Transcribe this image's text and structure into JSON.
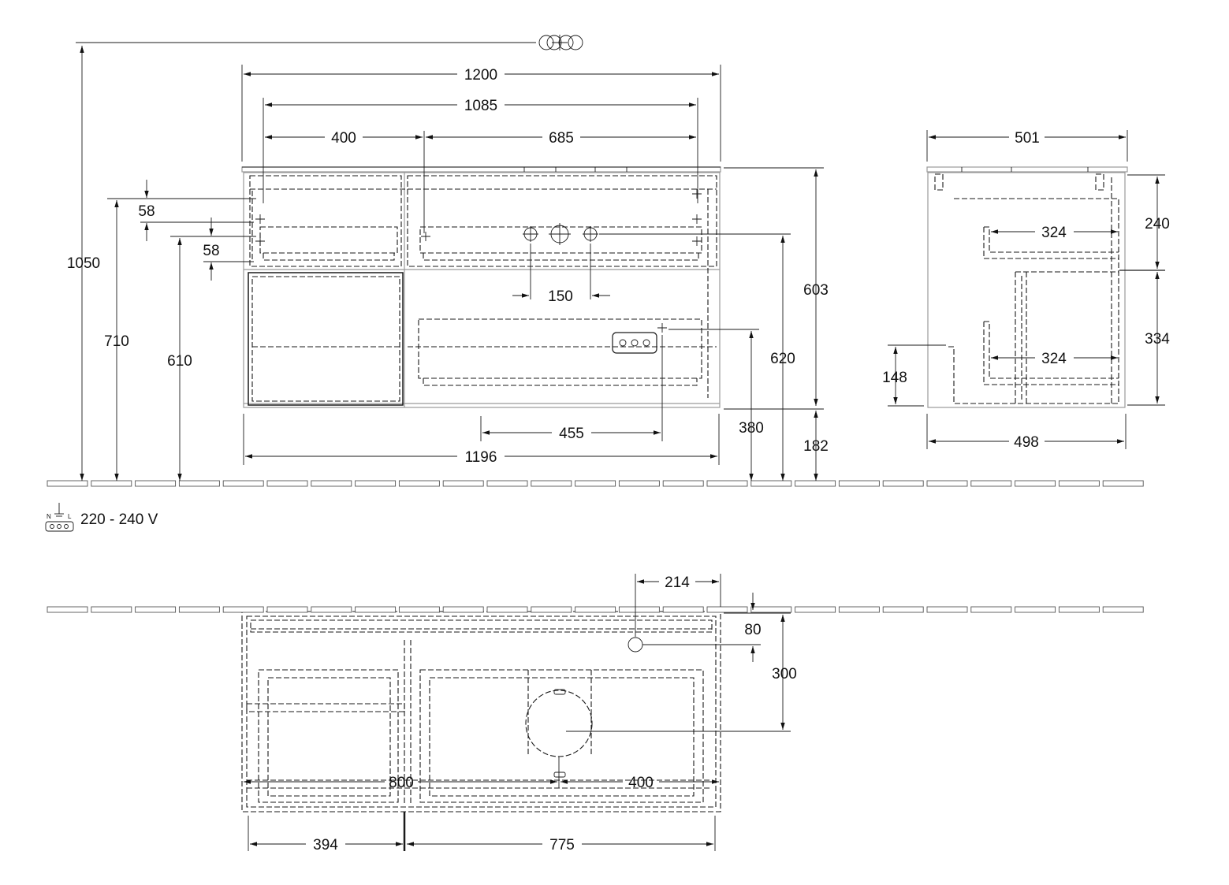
{
  "dimensions": {
    "total_height": "1050",
    "width_1200": "1200",
    "width_1085": "1085",
    "width_400": "400",
    "width_685": "685",
    "offset_58_a": "58",
    "offset_58_b": "58",
    "height_710": "710",
    "height_610": "610",
    "tap_spacing_150": "150",
    "height_603": "603",
    "height_620": "620",
    "height_380": "380",
    "height_182": "182",
    "socket_offset_455": "455",
    "bottom_width_1196": "1196",
    "side_depth_501": "501",
    "side_240": "240",
    "side_shelf_324_a": "324",
    "side_334": "334",
    "side_shelf_324_b": "324",
    "side_148": "148",
    "side_depth_498": "498",
    "plan_214": "214",
    "plan_80": "80",
    "plan_300": "300",
    "plan_800": "800",
    "plan_400": "400",
    "plan_394": "394",
    "plan_775": "775"
  },
  "electrical": {
    "voltage": "220 - 240 V",
    "symbol_letters": {
      "n": "N",
      "l": "L"
    }
  }
}
